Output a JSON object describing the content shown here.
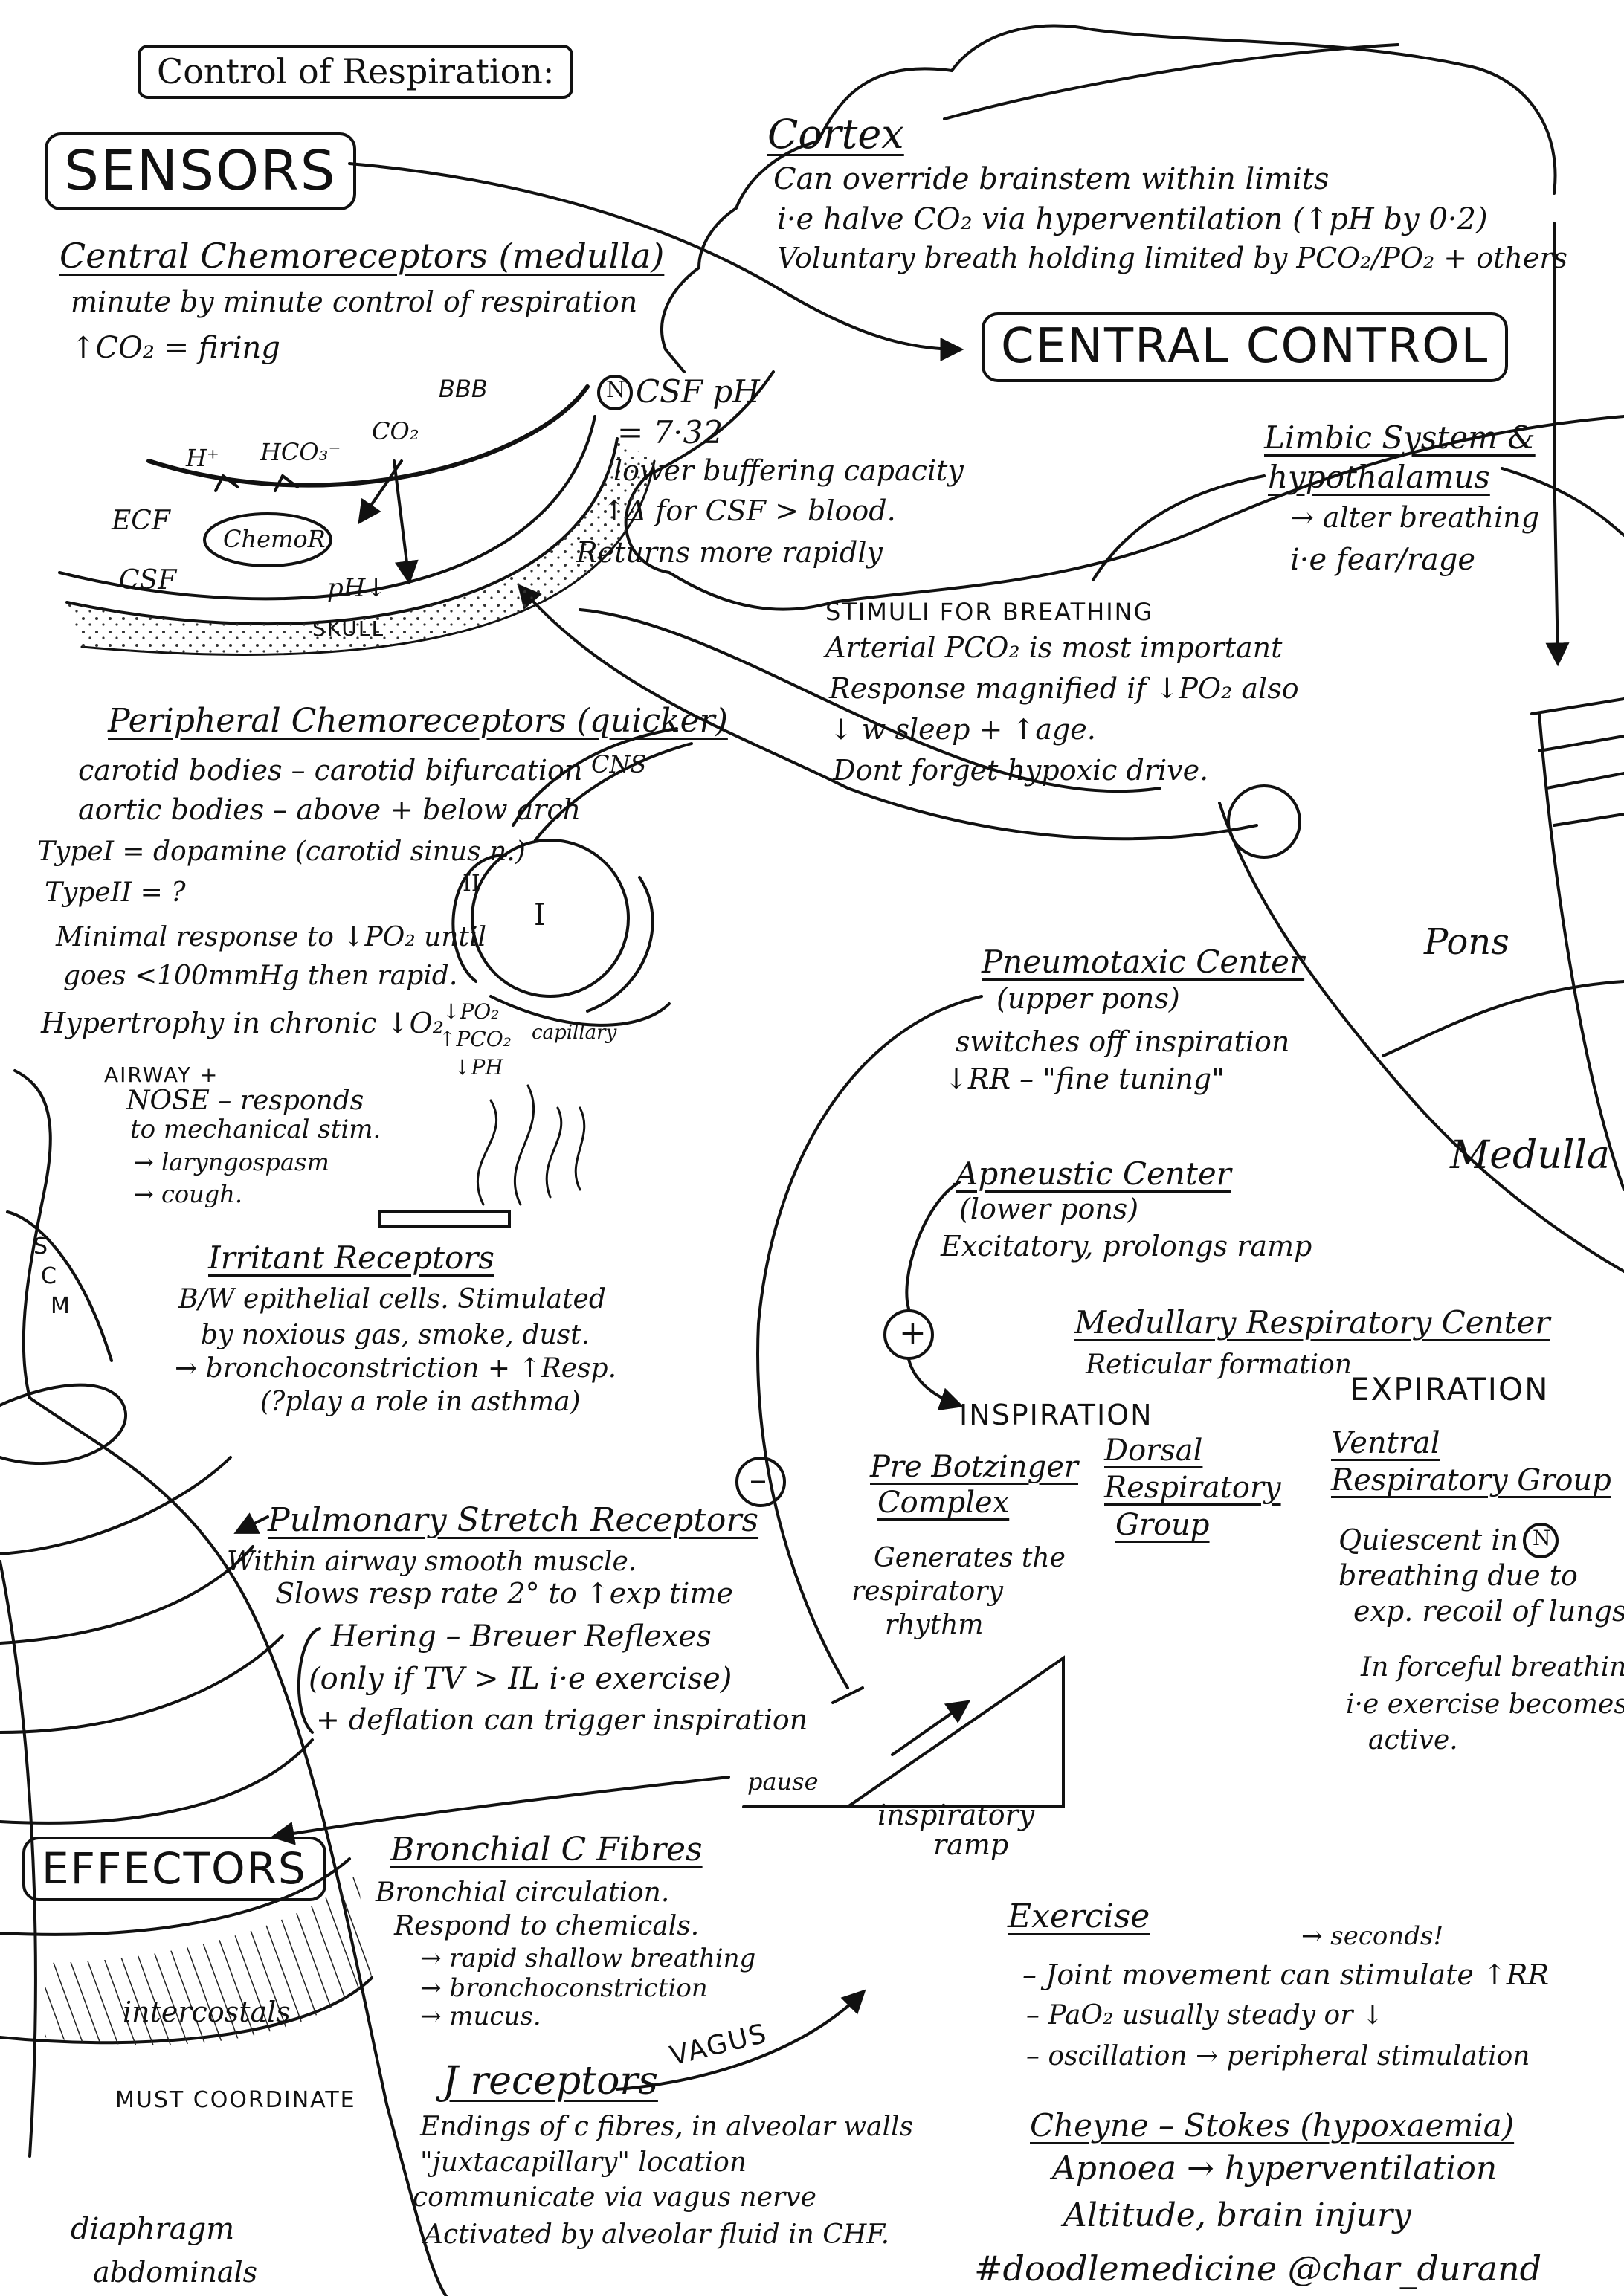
{
  "title": "Control of Respiration:",
  "sections": {
    "sensors": "SENSORS",
    "central_control": "CENTRAL CONTROL",
    "effectors": "EFFECTORS"
  },
  "central_chemo": {
    "heading": "Central Chemoreceptors (medulla)",
    "lines": [
      "minute by minute control of respiration",
      "↑CO₂ = firing"
    ]
  },
  "csf_diagram": {
    "bbb": "BBB",
    "h_plus": "H⁺",
    "hco3": "HCO₃⁻",
    "co2": "CO₂",
    "ecf": "ECF",
    "chemor": "ChemoR",
    "csf": "CSF",
    "ph": "pH↓",
    "skull": "SKULL"
  },
  "csf_ph": {
    "n": "N",
    "lines": [
      "CSF pH",
      "= 7·32",
      "lower buffering capacity",
      "↑Δ for CSF > blood.",
      "Returns more rapidly"
    ]
  },
  "cortex": {
    "heading": "Cortex",
    "lines": [
      "Can override brainstem within limits",
      "i·e halve CO₂ via hyperventilation (↑pH by 0·2)",
      "Voluntary breath holding limited by PCO₂/PO₂ + others"
    ]
  },
  "limbic": {
    "heading_1": "Limbic System &",
    "heading_2": "hypothalamus",
    "lines": [
      "→ alter breathing",
      "i·e fear/rage"
    ]
  },
  "stimuli": {
    "heading": "STIMULI FOR BREATHING",
    "lines": [
      "Arterial PCO₂ is most important",
      "Response magnified if ↓PO₂ also",
      "↓ w sleep + ↑age.",
      "Dont forget hypoxic drive."
    ]
  },
  "peripheral": {
    "heading": "Peripheral Chemoreceptors (quicker)",
    "lines": [
      "carotid bodies – carotid bifurcation",
      "aortic bodies – above + below arch",
      "TypeI = dopamine (carotid sinus n.)",
      "TypeII = ?",
      "Minimal response to ↓PO₂ until",
      "goes <100mmHg then rapid.",
      "Hypertrophy in chronic ↓O₂"
    ]
  },
  "glomus": {
    "cns": "CNS",
    "type2": "II",
    "type1": "I",
    "gas_lines": [
      "↓PO₂",
      "↑PCO₂",
      "↓PH"
    ],
    "capillary": "capillary"
  },
  "airway": {
    "lines": [
      "AIRWAY +",
      "NOSE – responds",
      "to mechanical stim.",
      "→ laryngospasm",
      "→ cough."
    ]
  },
  "scm": [
    "S",
    "C",
    "M"
  ],
  "irritant": {
    "heading": "Irritant Receptors",
    "lines": [
      "B/W epithelial cells. Stimulated",
      "by noxious gas, smoke, dust.",
      "→ bronchoconstriction + ↑Resp.",
      "(?play a role in asthma)"
    ]
  },
  "pons": "Pons",
  "medulla": "Medulla",
  "pneumotaxic": {
    "heading": "Pneumotaxic Center",
    "lines": [
      "(upper pons)",
      "switches off inspiration",
      "↓RR – \"fine tuning\""
    ]
  },
  "apneustic": {
    "heading": "Apneustic Center",
    "lines": [
      "(lower pons)",
      "Excitatory, prolongs ramp"
    ]
  },
  "plus_sign": "+",
  "minus_sign": "–",
  "medullary": {
    "heading": "Medullary Respiratory Center",
    "sub": "Reticular formation",
    "inspiration": "INSPIRATION",
    "expiration": "EXPIRATION"
  },
  "prebotz": {
    "heading_1": "Pre Botzinger",
    "heading_2": "Complex",
    "lines": [
      "Generates the",
      "respiratory",
      "rhythm"
    ]
  },
  "dorsal": {
    "lines": [
      "Dorsal",
      "Respiratory",
      "Group"
    ]
  },
  "ventral": {
    "heading_1": "Ventral",
    "heading_2": "Respiratory Group",
    "lines": [
      "Quiescent in",
      "breathing due to",
      "exp. recoil of lungs",
      "In forceful breathing",
      "i·e exercise becomes",
      "active."
    ],
    "n": "N"
  },
  "ramp": {
    "pause": "pause",
    "inspiratory_1": "inspiratory",
    "inspiratory_2": "ramp"
  },
  "stretch": {
    "heading": "Pulmonary Stretch Receptors",
    "lines": [
      "Within airway smooth muscle.",
      "Slows resp rate 2° to ↑exp time",
      "Hering – Breuer Reflexes",
      "(only if TV > IL i·e exercise)",
      "+ deflation can trigger inspiration"
    ]
  },
  "bronchial_c": {
    "heading": "Bronchial C Fibres",
    "lines": [
      "Bronchial circulation.",
      "Respond to chemicals.",
      "→ rapid shallow breathing",
      "→ bronchoconstriction",
      "→ mucus."
    ]
  },
  "muscles": {
    "intercostals": "intercostals",
    "must": "MUST COORDINATE",
    "diaphragm": "diaphragm",
    "abdominals": "abdominals"
  },
  "jreceptors": {
    "heading": "J receptors",
    "vagus": "VAGUS",
    "lines": [
      "Endings of c fibres, in alveolar walls",
      "\"juxtacapillary\" location",
      "communicate via vagus nerve",
      "Activated by alveolar fluid in CHF."
    ]
  },
  "exercise": {
    "heading": "Exercise",
    "seconds": "→ seconds!",
    "lines": [
      "– Joint movement can stimulate ↑RR",
      "– PaO₂ usually steady or ↓",
      "– oscillation → peripheral stimulation"
    ]
  },
  "cheyne": {
    "heading": "Cheyne – Stokes (hypoxaemia)",
    "lines": [
      "Apnoea → hyperventilation",
      "Altitude, brain injury"
    ]
  },
  "signature": "#doodlemedicine @char_durand"
}
